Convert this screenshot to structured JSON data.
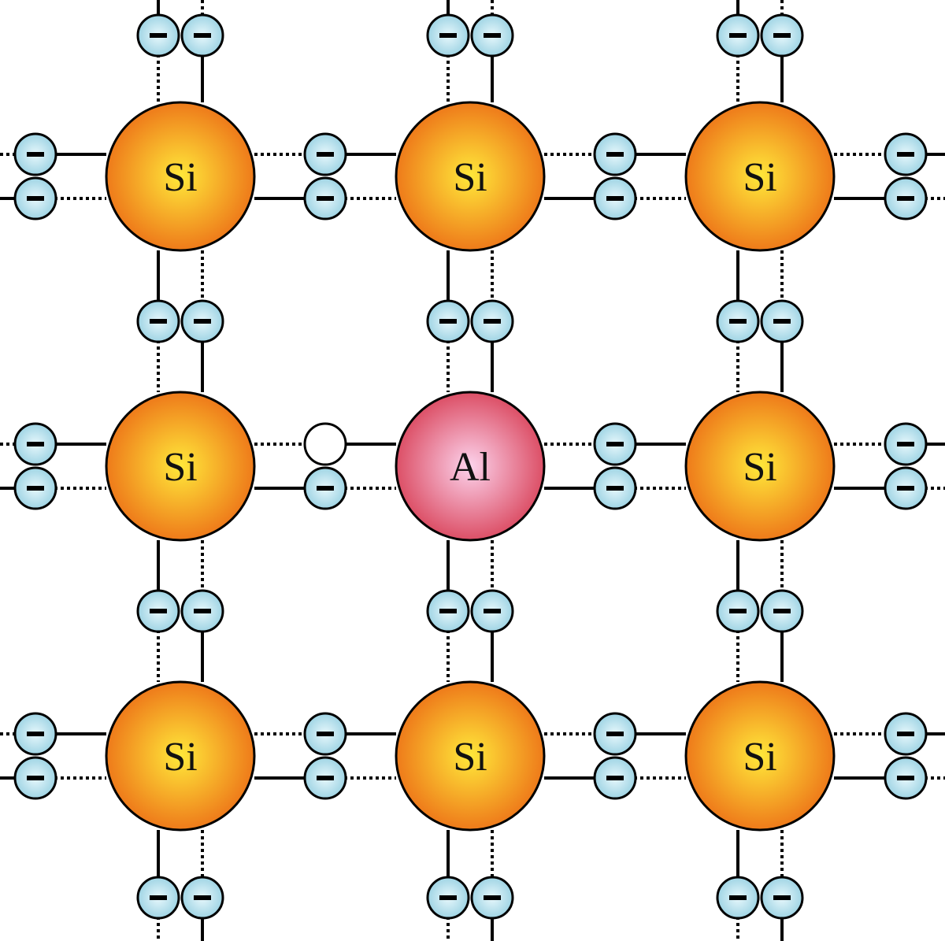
{
  "lattice": {
    "atoms": [
      {
        "label": "Si",
        "type": "si"
      },
      {
        "label": "Si",
        "type": "si"
      },
      {
        "label": "Si",
        "type": "si"
      },
      {
        "label": "Si",
        "type": "si"
      },
      {
        "label": "Al",
        "type": "al"
      },
      {
        "label": "Si",
        "type": "si"
      },
      {
        "label": "Si",
        "type": "si"
      },
      {
        "label": "Si",
        "type": "si"
      },
      {
        "label": "Si",
        "type": "si"
      }
    ],
    "hole": {
      "row": 1,
      "col": 1,
      "pair": "horizontal",
      "position": "top"
    },
    "colors": {
      "si_center": "#ffe83a",
      "si_edge": "#ee7a1a",
      "al_center": "#fcd3ec",
      "al_edge": "#dc4f66",
      "electron_center": "#e8f8fc",
      "electron_edge": "#9fd4e4",
      "outline": "#000000",
      "bond": "#000000"
    },
    "icons": {
      "electron": "minus-circle-icon",
      "hole": "empty-circle-icon"
    }
  }
}
